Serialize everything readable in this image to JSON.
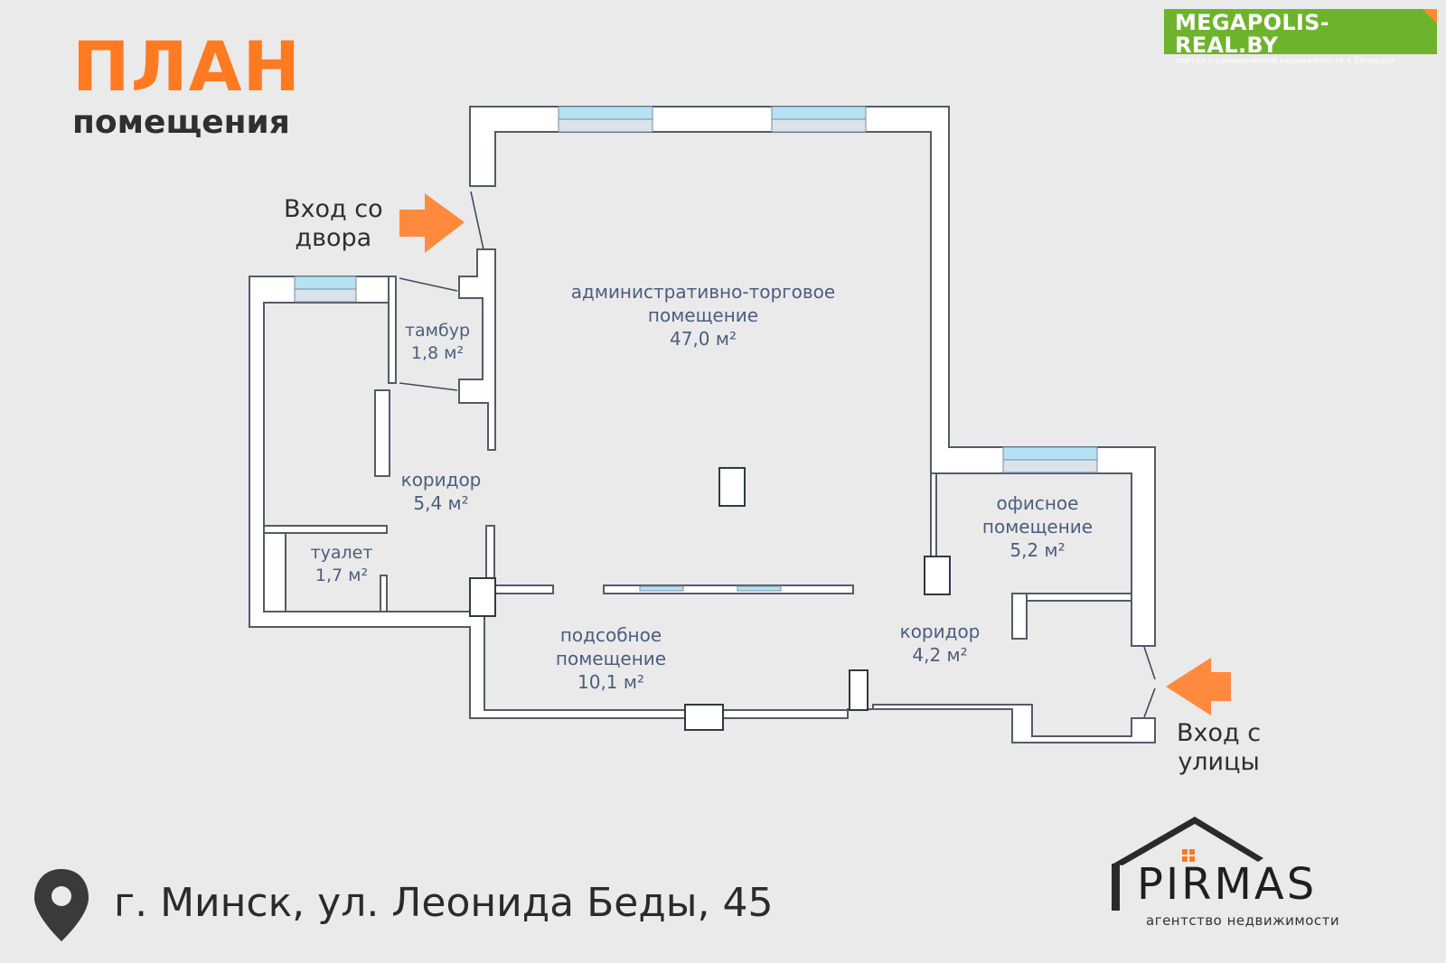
{
  "header": {
    "title": "ПЛАН",
    "subtitle": "помещения"
  },
  "brand": {
    "title": "MEGAPOLIS-REAL.BY",
    "subtitle": "портал о коммерческой недвижимости в Беларуси",
    "color": "#6db42c"
  },
  "rooms": {
    "admin": {
      "name_1": "административно-торговое",
      "name_2": "помещение",
      "area": "47,0 м²"
    },
    "tambur": {
      "name": "тамбур",
      "area": "1,8 м²"
    },
    "corridor_left": {
      "name": "коридор",
      "area": "5,4 м²"
    },
    "toilet": {
      "name": "туалет",
      "area": "1,7 м²"
    },
    "office": {
      "name_1": "офисное",
      "name_2": "помещение",
      "area": "5,2 м²"
    },
    "utility": {
      "name_1": "подсобное",
      "name_2": "помещение",
      "area": "10,1 м²"
    },
    "corridor_right": {
      "name": "коридор",
      "area": "4,2 м²"
    }
  },
  "entrances": {
    "yard": {
      "line_1": "Вход со",
      "line_2": "двора",
      "icon": "arrow-right-icon"
    },
    "street": {
      "line_1": "Вход с",
      "line_2": "улицы",
      "icon": "arrow-left-icon"
    }
  },
  "address": "г. Минск, ул. Леонида Беды, 45",
  "agency": {
    "name": "PIRMAS",
    "tagline": "агентство недвижимости"
  },
  "colors": {
    "background": "#eaeaea",
    "accent": "#ff7a21",
    "wall": "#ffffff",
    "window": "#b5e3f3",
    "room_text": "#4c5d7e"
  }
}
